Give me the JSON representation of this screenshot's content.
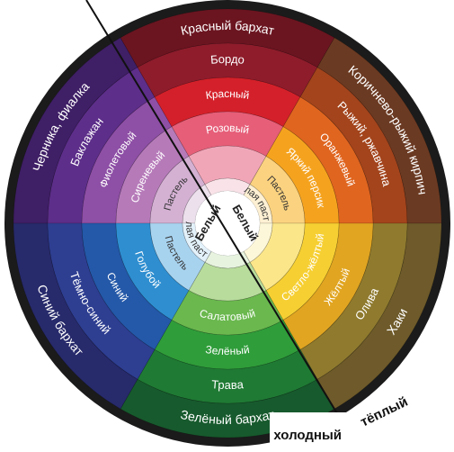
{
  "sectors": [
    {
      "id": "violet",
      "rings": [
        "#3f1f66",
        "#5d2e8a",
        "#8e4fa6",
        "#b67ab9",
        "#d4b1d3",
        "#ece0ec"
      ],
      "labels": [
        "Черника, фиалка",
        "Баклажан",
        "Фиолетовый",
        "Сиреневый",
        "Пастель",
        ""
      ]
    },
    {
      "id": "red",
      "rings": [
        "#6b1520",
        "#8e1c2b",
        "#d4202a",
        "#e65e78",
        "#f1a6b8",
        "#f9e3e8"
      ],
      "labels": [
        "Красный бархат",
        "Бордо",
        "Красный",
        "Розовый",
        "",
        ""
      ]
    },
    {
      "id": "orange",
      "rings": [
        "#6b3a22",
        "#a3441c",
        "#e0651f",
        "#f5a31f",
        "#fbd27f",
        "#fdf0d3"
      ],
      "labels": [
        "Коричнево-рыжий кирпич",
        "Рыжий, ржавчина",
        "Оранжевый",
        "Яркий персик",
        "Пастель",
        "Белая пастель"
      ]
    },
    {
      "id": "yellow",
      "rings": [
        "#6e5a2a",
        "#8f7a2e",
        "#e1a521",
        "#f6cf32",
        "#fbe68a",
        "#fdf7d9"
      ],
      "labels": [
        "Хаки",
        "Олива",
        "Жёлтый",
        "Светло-жёлтый",
        "",
        ""
      ]
    },
    {
      "id": "green",
      "rings": [
        "#175a2d",
        "#1f7a34",
        "#2f9d3a",
        "#6ab84e",
        "#b8dc9c",
        "#e7f3df"
      ],
      "labels": [
        "Зелёный бархат",
        "Трава",
        "Зелёный",
        "Салатовый",
        "",
        ""
      ]
    },
    {
      "id": "blue",
      "rings": [
        "#272a6b",
        "#2e3e91",
        "#2458a8",
        "#2e8ed0",
        "#a8d3ef",
        "#e3f1fa"
      ],
      "labels": [
        "Синий бархат",
        "Тёмно-синий",
        "Синий",
        "Голубой",
        "Пастель",
        "Белая пастель"
      ]
    }
  ],
  "center": {
    "left_label": "Белый",
    "right_label": "Белый"
  },
  "divider": {
    "cold_label": "холодный",
    "warm_label": "тёплый"
  }
}
